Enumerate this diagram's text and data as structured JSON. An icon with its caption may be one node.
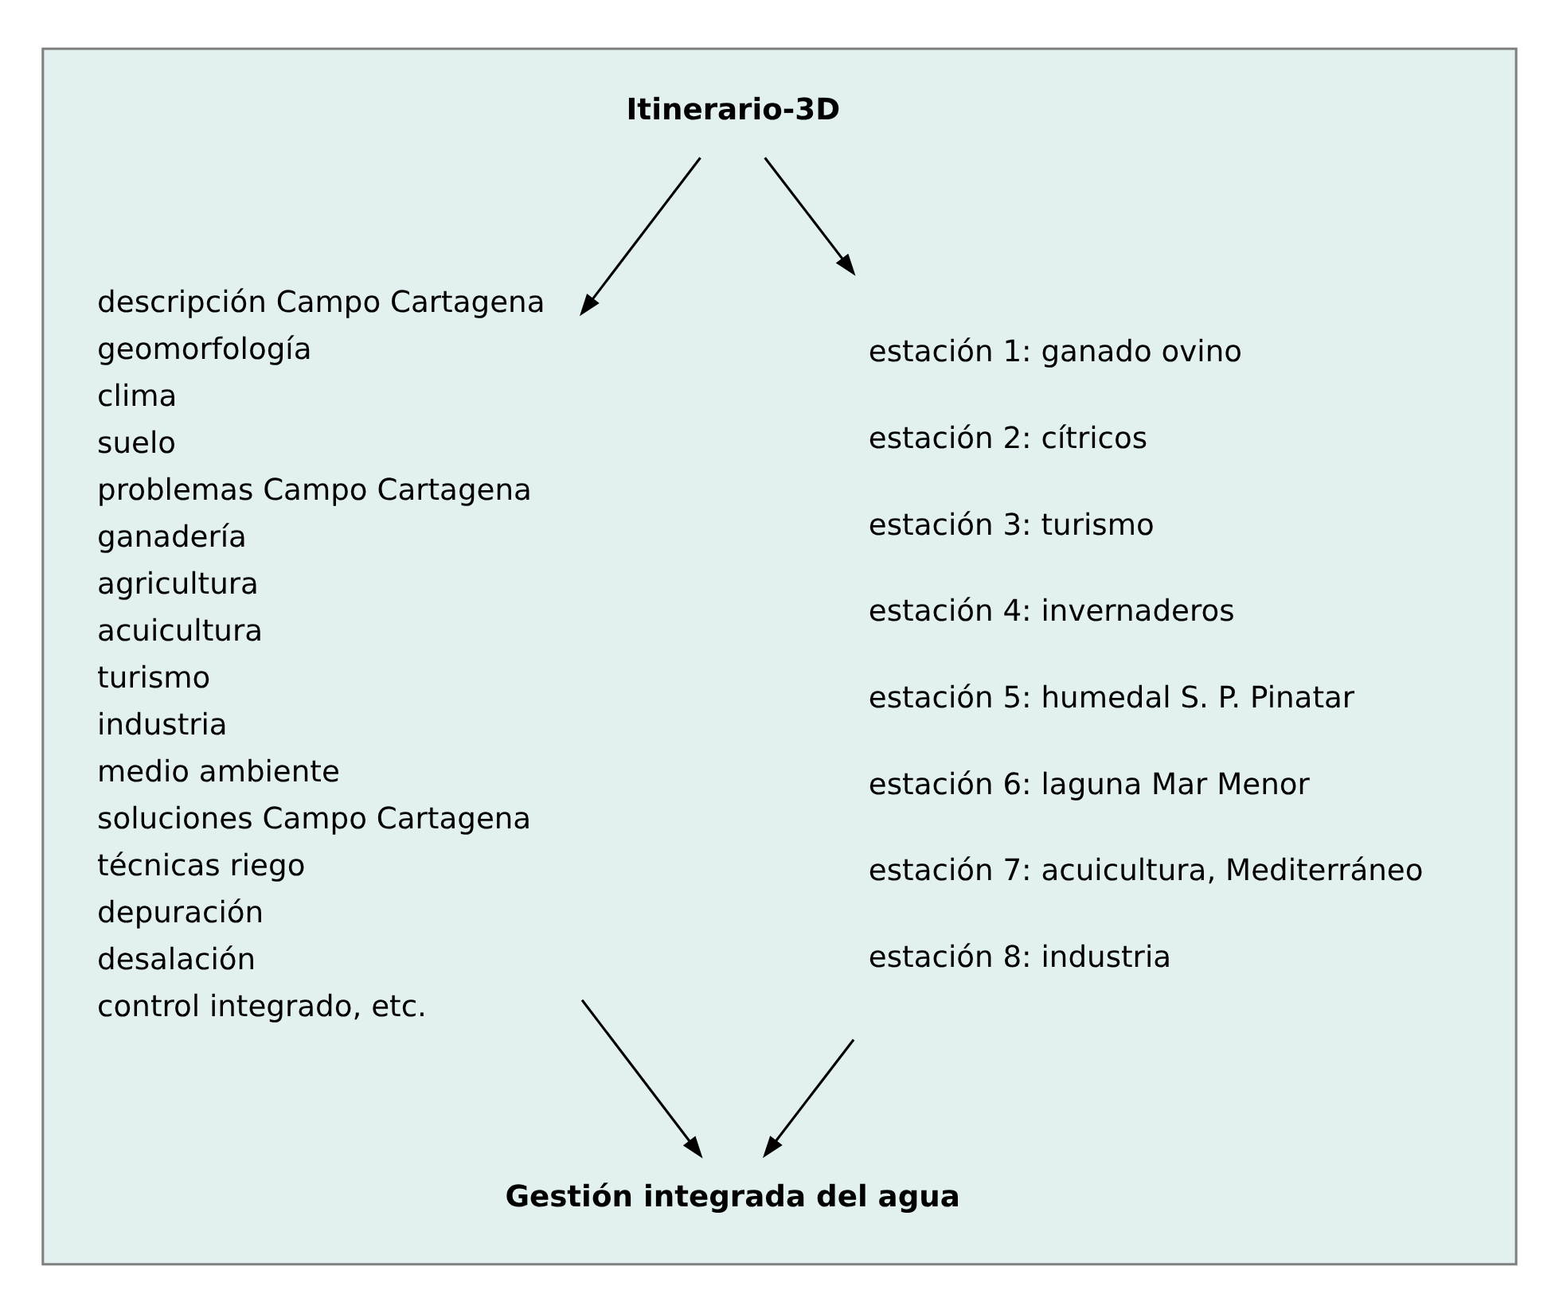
{
  "diagram": {
    "nodes": [
      {
        "text": [],
        "shape": "box"
      },
      {
        "text": [
          "Itinerario-3D"
        ],
        "in": 0
      },
      {
        "text": [
          "descripción Campo Cartagena",
          "geomorfología",
          "clima",
          "suelo",
          "problemas Campo Cartagena",
          "ganadería",
          "agricultura",
          "acuicultura",
          "turismo",
          "industria",
          "medio ambiente",
          "soluciones Campo Cartagena",
          "técnicas riego",
          "depuración",
          "desalación",
          "control integrado, etc."
        ],
        "in": 0
      },
      {
        "text": [
          "estación 1: ganado ovino",
          "estación 2: cítricos",
          "estación 3: turismo",
          "estación 4: invernaderos",
          "estación 5: humedal S. P. Pinatar",
          "estación 6: laguna Mar Menor",
          "estación 7: acuicultura, Mediterráneo",
          "estación 8: industria"
        ],
        "in": 0
      },
      {
        "text": [
          "Gestión integrada del agua"
        ],
        "in": 0
      }
    ],
    "edges": [
      {
        "from": 1,
        "to": 2,
        "arrow": "to"
      },
      {
        "from": 1,
        "to": 3,
        "arrow": "to"
      },
      {
        "from": 2,
        "to": 4,
        "arrow": "to"
      },
      {
        "from": 3,
        "to": 4,
        "arrow": "to"
      }
    ]
  }
}
